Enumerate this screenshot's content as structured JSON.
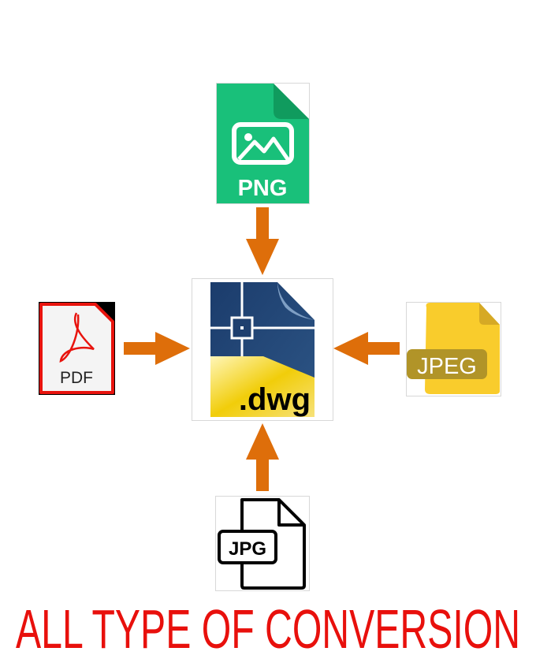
{
  "title": "ALL TYPE OF CONVERSION",
  "center": {
    "label": ".dwg",
    "icon": "dwg-file-icon"
  },
  "sources": [
    {
      "label": "PNG",
      "icon": "png-file-icon",
      "position": "top",
      "color": "#19b874"
    },
    {
      "label": "PDF",
      "icon": "pdf-file-icon",
      "position": "left",
      "color": "#e8140e"
    },
    {
      "label": "JPEG",
      "icon": "jpeg-file-icon",
      "position": "right",
      "color": "#f9cc2c"
    },
    {
      "label": "JPG",
      "icon": "jpg-file-icon",
      "position": "bottom",
      "color": "#000000"
    }
  ],
  "colors": {
    "arrow": "#de6e0a",
    "title": "#e8100c",
    "dwg_blue": "#1e3f6e",
    "dwg_yellow": "#f1cd2a"
  }
}
